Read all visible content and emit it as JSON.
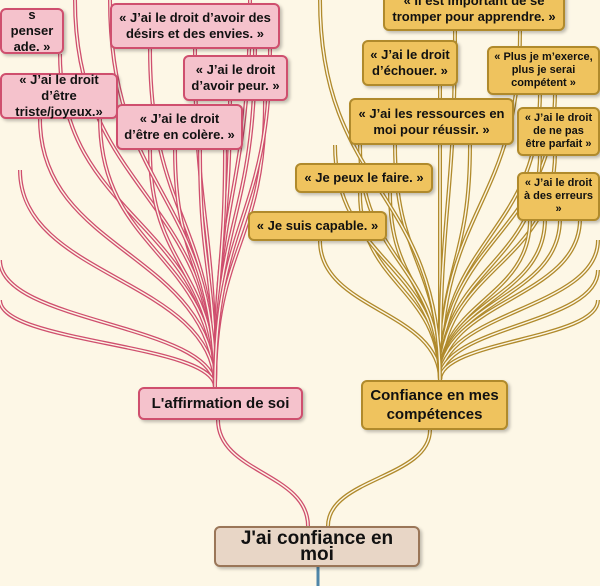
{
  "root": {
    "label": "J'ai confiance en moi"
  },
  "branches": [
    {
      "label": "L'affirmation de soi",
      "color": "#cf4f6e",
      "children": [
        {
          "label": "s penser\nade. »"
        },
        {
          "label": "« J’ai le droit d’avoir des\ndésirs et des envies. »"
        },
        {
          "label": "« J’ai le droit\nd’avoir peur. »"
        },
        {
          "label": "« J’ai le droit d’être\ntriste/joyeux.»"
        },
        {
          "label": "« J’ai le droit\nd’être en colère. »"
        }
      ]
    },
    {
      "label": "Confiance en mes\ncompétences",
      "color": "#b08a2c",
      "children": [
        {
          "label": "« Il est important de se\ntromper pour apprendre. »"
        },
        {
          "label": "« J’ai le droit\nd’échouer. »"
        },
        {
          "label": "« Plus je m’exerce, plus\nje serai compétent »"
        },
        {
          "label": "« J’ai les ressources en\nmoi pour réussir. »"
        },
        {
          "label": "« J’ai le droit de ne\npas être parfait »"
        },
        {
          "label": "« Je peux le faire. »"
        },
        {
          "label": "« J’ai le droit à\ndes erreurs »"
        },
        {
          "label": "« Je suis capable. »"
        }
      ]
    }
  ],
  "colors": {
    "background": "#fdf7e6",
    "pink": "#cf4f6e",
    "gold": "#b08a2c",
    "root_link": "#4f86a8"
  }
}
